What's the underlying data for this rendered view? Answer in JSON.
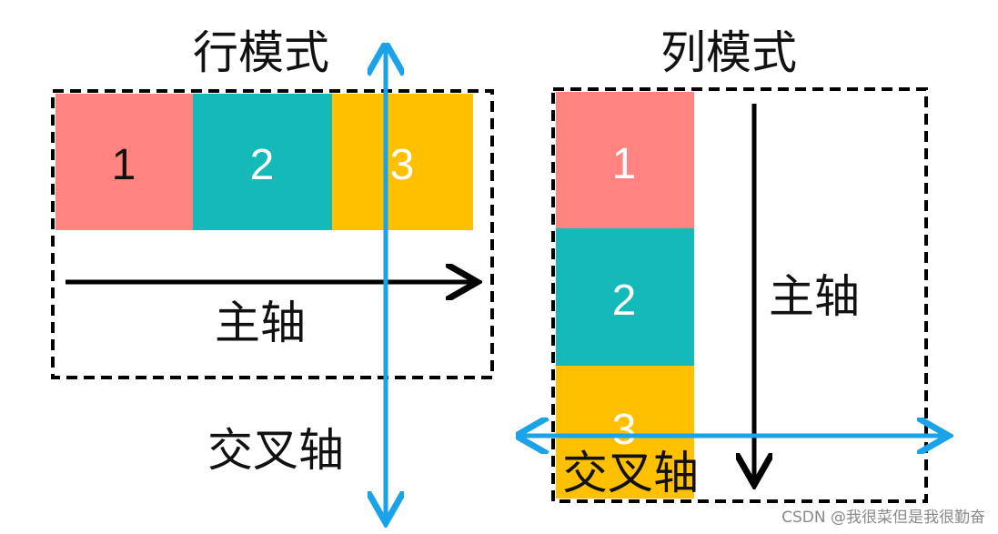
{
  "row_mode": {
    "title": "行模式",
    "main_axis_label": "主轴",
    "cross_axis_label": "交叉轴",
    "items": [
      {
        "label": "1",
        "color": "#FF837F",
        "text_color": "#111111"
      },
      {
        "label": "2",
        "color": "#13BAB7",
        "text_color": "#FFFFFF"
      },
      {
        "label": "3",
        "color": "#FFC000",
        "text_color": "#FFFFFF"
      }
    ]
  },
  "column_mode": {
    "title": "列模式",
    "main_axis_label": "主轴",
    "cross_axis_label": "交叉轴",
    "items": [
      {
        "label": "1",
        "color": "#FF837F",
        "text_color": "#FFFFFF"
      },
      {
        "label": "2",
        "color": "#13BAB7",
        "text_color": "#FFFFFF"
      },
      {
        "label": "3",
        "color": "#FFC000",
        "text_color": "#FFFFFF"
      }
    ]
  },
  "colors": {
    "main_axis_arrow": "#000000",
    "cross_axis_arrow": "#1AA3E8",
    "container_border": "#000000"
  },
  "watermark": "CSDN @我很菜但是我很勤奋"
}
